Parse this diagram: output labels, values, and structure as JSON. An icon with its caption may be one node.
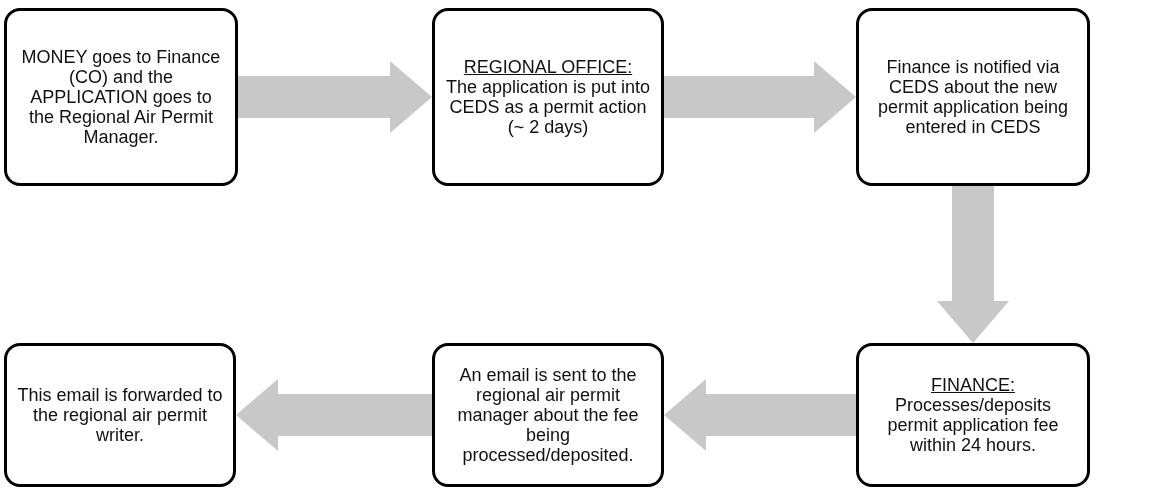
{
  "diagram": {
    "nodes": [
      {
        "text": [
          "MONEY goes to Finance (CO) and the APPLICATION goes to the Regional Air Permit Manager."
        ]
      },
      {
        "text": [
          "REGIONAL OFFICE:",
          "The application is put into CEDS as a permit action (~ 2 days)"
        ]
      },
      {
        "text": [
          "Finance is notified via CEDS about the new permit application being entered in CEDS"
        ]
      },
      {
        "text": [
          "FINANCE:",
          "Processes/deposits permit application fee within 24 hours."
        ]
      },
      {
        "text": [
          "An email is sent to the regional air permit manager about the fee being processed/deposited."
        ]
      },
      {
        "text": [
          "This email is forwarded to the regional air permit writer."
        ]
      }
    ],
    "edges": [
      {
        "from": 0,
        "to": 1,
        "arrow": "to",
        "style": "thick"
      },
      {
        "from": 1,
        "to": 2,
        "arrow": "to",
        "style": "thick"
      },
      {
        "from": 2,
        "to": 3,
        "arrow": "to",
        "style": "thick"
      },
      {
        "from": 3,
        "to": 4,
        "arrow": "to",
        "style": "thick"
      },
      {
        "from": 4,
        "to": 5,
        "arrow": "to",
        "style": "thick"
      }
    ]
  }
}
